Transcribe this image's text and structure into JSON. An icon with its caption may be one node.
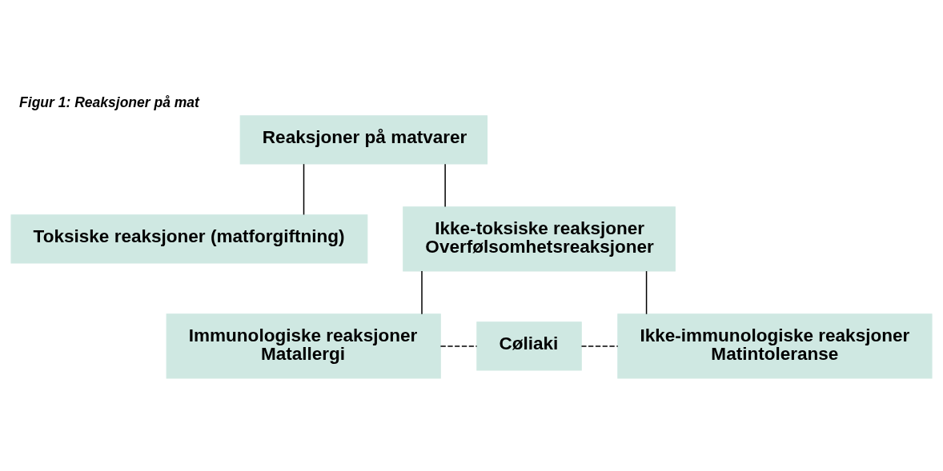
{
  "diagram": {
    "title": "Figur 1: Reaksjoner på mat",
    "nodes": [
      {
        "text": [
          "Reaksjoner på matvarer"
        ]
      },
      {
        "text": [
          "Toksiske reaksjoner (matforgiftning)"
        ]
      },
      {
        "text": [
          "Ikke-toksiske reaksjoner",
          "Overfølsomhetsreaksjoner"
        ]
      },
      {
        "text": [
          "Immunologiske reaksjoner",
          "Matallergi"
        ]
      },
      {
        "text": [
          "Cøliaki"
        ]
      },
      {
        "text": [
          "Ikke-immunologiske reaksjoner",
          "Matintoleranse"
        ]
      }
    ],
    "edges": [
      {
        "from": 0,
        "to": 1,
        "arrow": "none"
      },
      {
        "from": 0,
        "to": 2,
        "arrow": "none"
      },
      {
        "from": 2,
        "to": 3,
        "arrow": "none"
      },
      {
        "from": 2,
        "to": 5,
        "arrow": "none"
      },
      {
        "from": 3,
        "to": 4,
        "arrow": "none",
        "style": "dashed"
      },
      {
        "from": 4,
        "to": 5,
        "arrow": "none",
        "style": "dashed"
      }
    ]
  }
}
